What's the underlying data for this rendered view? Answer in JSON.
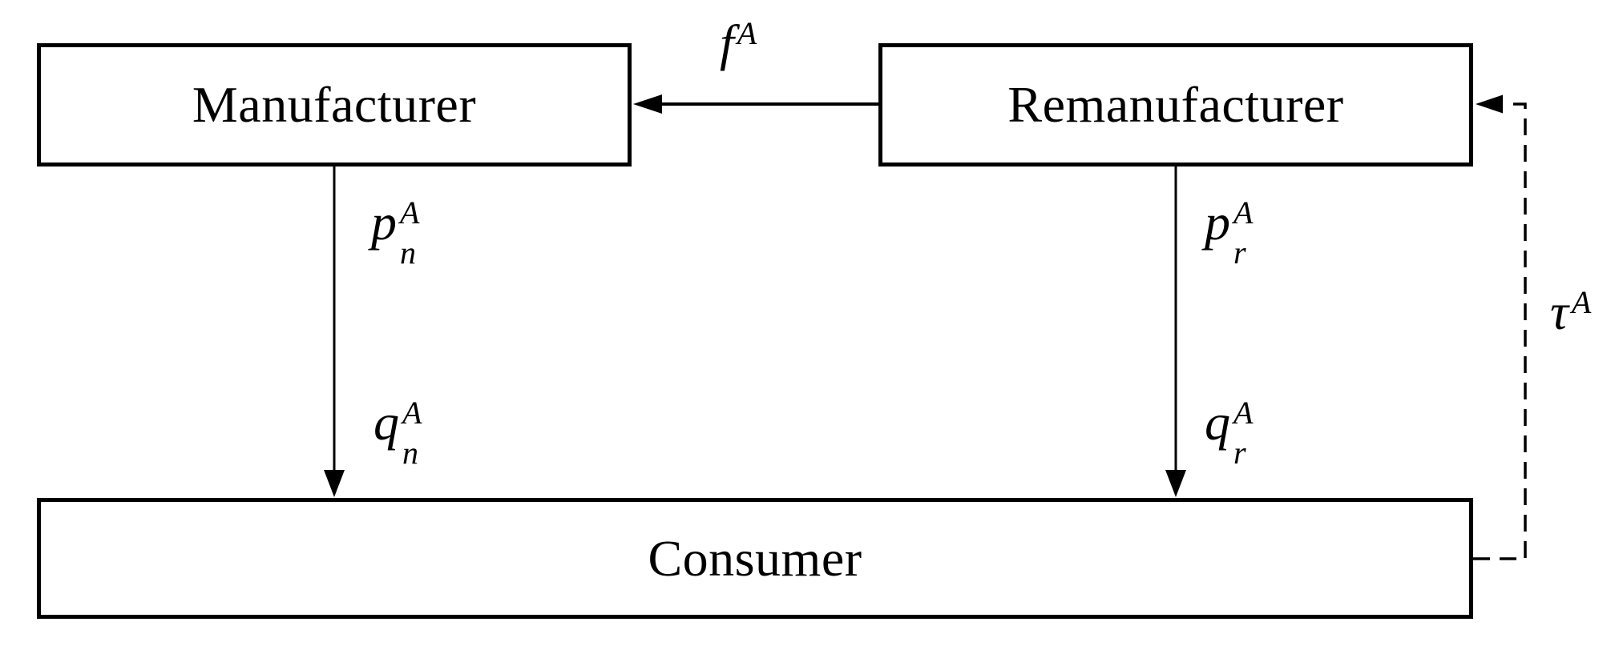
{
  "diagram": {
    "colors": {
      "background": "#ffffff",
      "line": "#000000",
      "text": "#000000"
    },
    "nodes": {
      "manufacturer": {
        "label": "Manufacturer"
      },
      "remanufacturer": {
        "label": "Remanufacturer"
      },
      "consumer": {
        "label": "Consumer"
      }
    },
    "labels": {
      "transfer_price": {
        "base": "f",
        "sup": "A",
        "sub": ""
      },
      "price_new": {
        "base": "p",
        "sup": "A",
        "sub": "n"
      },
      "quantity_new": {
        "base": "q",
        "sup": "A",
        "sub": "n"
      },
      "price_remanufactured": {
        "base": "p",
        "sup": "A",
        "sub": "r"
      },
      "quantity_remanufactured": {
        "base": "q",
        "sup": "A",
        "sub": "r"
      },
      "take_back_rate": {
        "base": "τ",
        "sup": "A",
        "sub": ""
      }
    }
  }
}
